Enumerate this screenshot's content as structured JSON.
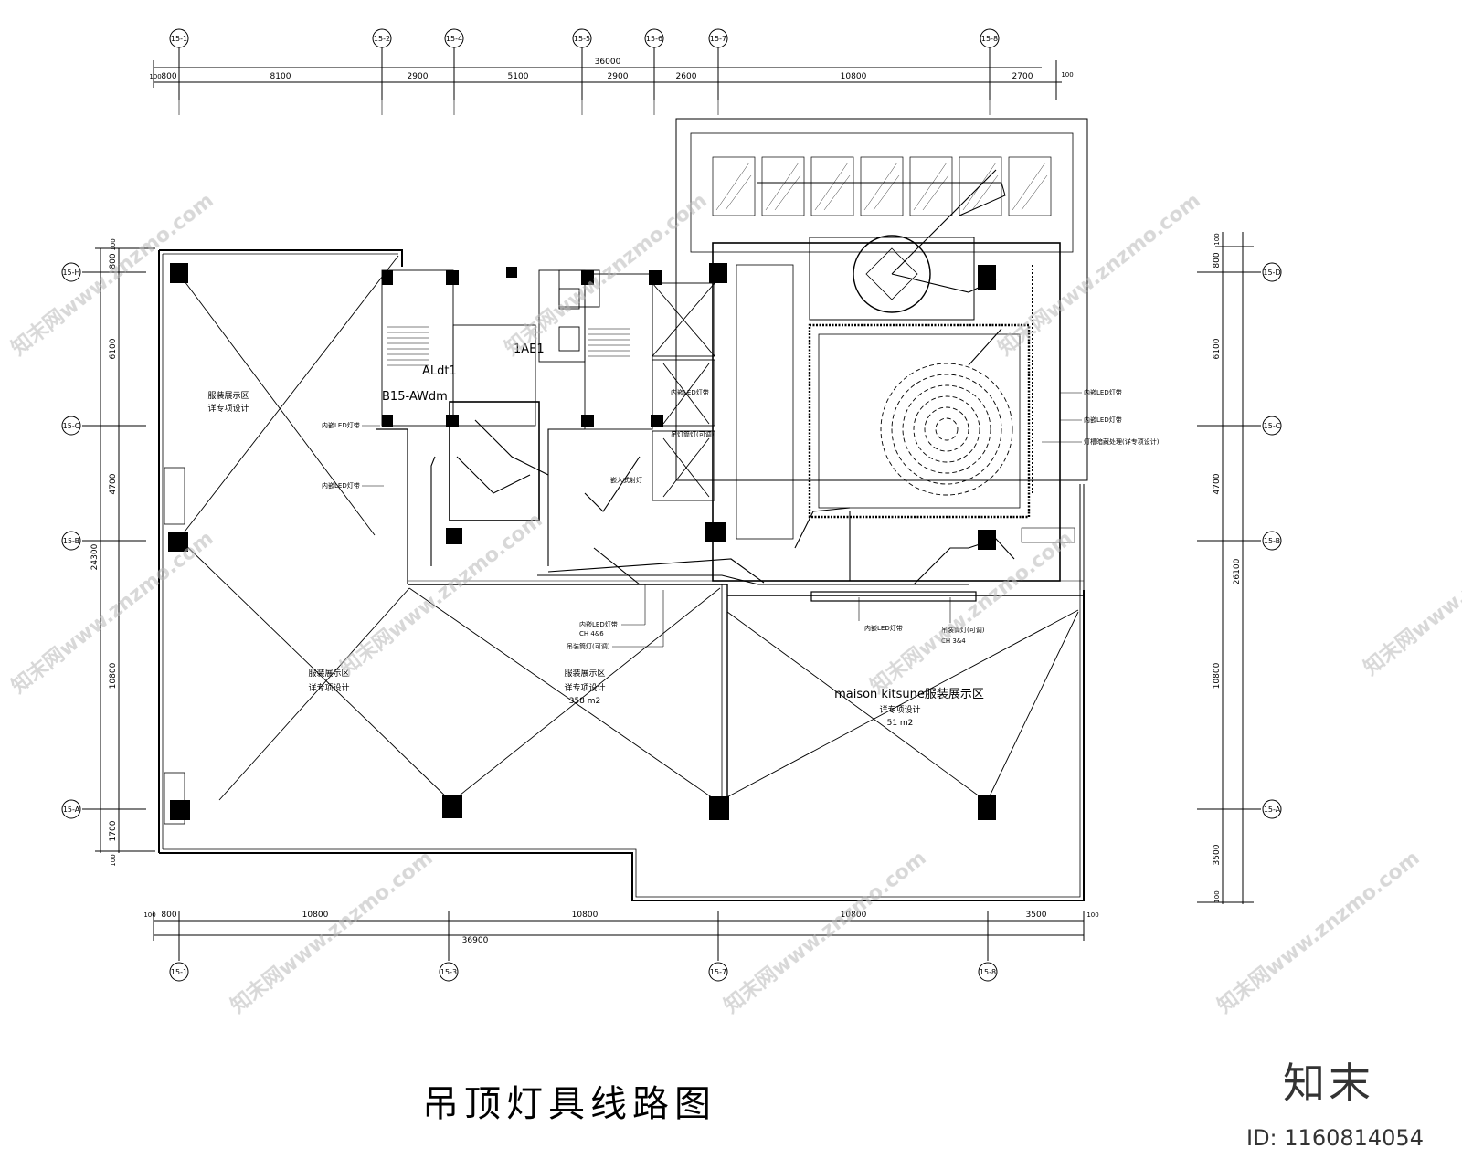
{
  "title": "吊顶灯具线路图",
  "watermark": {
    "brand": "知末",
    "id_label": "ID: 1160814054",
    "site_text": "知末网www.znzmo.com"
  },
  "grid_top": {
    "bubbles": [
      "15-1",
      "15-2",
      "15-4",
      "15-5",
      "15-6",
      "15-7",
      "15-8"
    ],
    "total": "36000",
    "dims": [
      "100",
      "800",
      "8100",
      "2900",
      "5100",
      "2900",
      "2600",
      "10800",
      "2700",
      "100"
    ]
  },
  "grid_bottom": {
    "bubbles": [
      "15-1",
      "15-3",
      "15-7",
      "15-8"
    ],
    "total": "36900",
    "dims": [
      "100",
      "800",
      "10800",
      "10800",
      "10800",
      "3500",
      "100"
    ]
  },
  "grid_left": {
    "bubbles": [
      "15-H",
      "15-C",
      "15-B",
      "15-A"
    ],
    "total": "24300",
    "dims": [
      "100",
      "800",
      "6100",
      "4700",
      "10800",
      "1700",
      "100"
    ]
  },
  "grid_right": {
    "bubbles": [
      "15-D",
      "15-C",
      "15-B",
      "15-A"
    ],
    "total": "26100",
    "dims": [
      "100",
      "800",
      "6100",
      "4700",
      "10800",
      "3500",
      "100"
    ]
  },
  "labels": {
    "zone_top_left": [
      "服装展示区",
      "详专项设计"
    ],
    "zone_bottom_left": [
      "服装展示区",
      "详专项设计"
    ],
    "zone_bottom_mid": [
      "服装展示区",
      "详专项设计",
      "358 m2"
    ],
    "zone_bottom_right": [
      "maison kitsune服装展示区",
      "详专项设计",
      "51 m2"
    ],
    "panel_alt": "ALdt1",
    "panel_awdm": "B15-AWdm",
    "panel_ae": "1AE1",
    "led_left_1": "内嵌LED灯带",
    "led_left_2": "内嵌LED灯带",
    "led_core": "内嵌LED灯带",
    "lamp_core": "吊灯筒灯(可调)",
    "lamp_core2": "嵌入式射灯",
    "right_led_1": "内嵌LED灯带",
    "right_led_2": "内嵌LED灯带",
    "right_note": "灯槽暗藏处理(详专项设计)",
    "mid_led": "内嵌LED灯带",
    "mid_ch": "CH 4&6",
    "mid_lamp": "吊装筒灯(可调)",
    "bot_led": "内嵌LED灯带",
    "bot_lamp": "吊装筒灯(可调)",
    "bot_ch": "CH 3&4"
  }
}
